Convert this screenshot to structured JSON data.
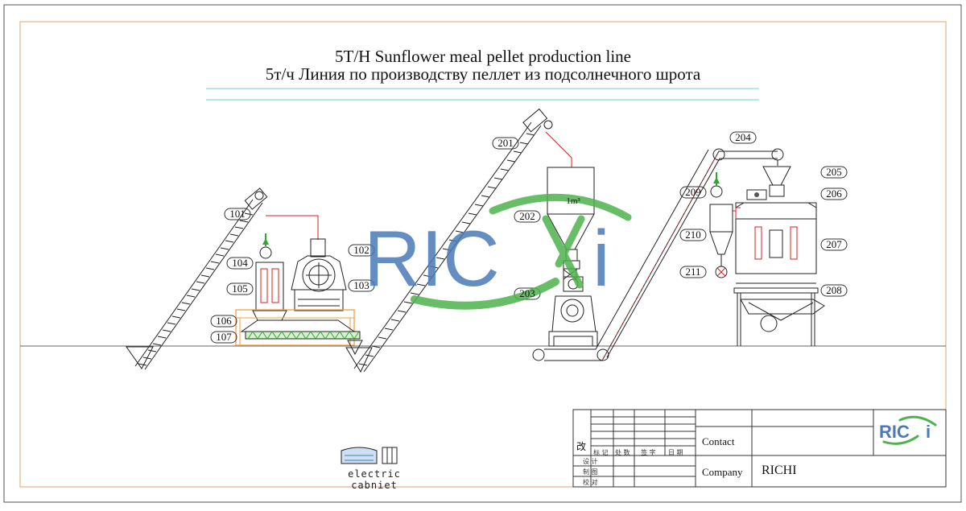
{
  "title": {
    "line1": "5T/H Sunflower meal pellet production line",
    "line2": "5т/ч  Линия по производству пеллет из подсолнечного шрота"
  },
  "labels": {
    "l101": "101",
    "l102": "102",
    "l103": "103",
    "l104": "104",
    "l105": "105",
    "l106": "106",
    "l107": "107",
    "l201": "201",
    "l202": "202",
    "l203": "203",
    "l204": "204",
    "l205": "205",
    "l206": "206",
    "l207": "207",
    "l208": "208",
    "l209": "209",
    "l210": "210",
    "l211": "211"
  },
  "silo_volume": "1m³",
  "watermark": {
    "left": "RIC",
    "right": "i",
    "brand_color": "#4a7bb7",
    "leaf_color": "#4db34d"
  },
  "electric_cabinet": {
    "label": "electric cabniet"
  },
  "title_block": {
    "mark": "改",
    "row_headers": [
      "标 记",
      "处 数",
      "签 字",
      "日 期"
    ],
    "roles": [
      "设 计",
      "制 图",
      "校 对"
    ],
    "contact_label": "Contact",
    "company_label": "Company",
    "company_value": "RICHI",
    "logo_text_left": "RIC",
    "logo_text_right": "i"
  },
  "colors": {
    "border": "#e1a06a",
    "cyan_rule": "#8fd8e2",
    "red_line": "#d52020",
    "green_screw": "#2fa82f",
    "orange_frame": "#f0a040"
  }
}
